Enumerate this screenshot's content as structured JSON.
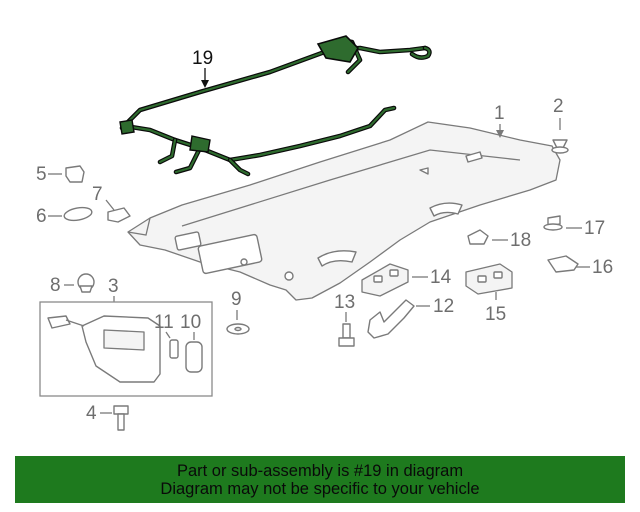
{
  "diagram": {
    "callouts": {
      "c1": "1",
      "c2": "2",
      "c3": "3",
      "c4": "4",
      "c5": "5",
      "c6": "6",
      "c7": "7",
      "c8": "8",
      "c9": "9",
      "c10": "10",
      "c11": "11",
      "c12": "12",
      "c13": "13",
      "c14": "14",
      "c15": "15",
      "c16": "16",
      "c17": "17",
      "c18": "18",
      "c19": "19"
    },
    "highlighted_part": "19",
    "highlight_color": "#2e6b2e",
    "line_color": "#7a7a7a"
  },
  "banner": {
    "line1": "Part or sub-assembly is #19 in diagram",
    "line2": "Diagram may not be specific to your vehicle",
    "background": "#1e7a1e"
  }
}
